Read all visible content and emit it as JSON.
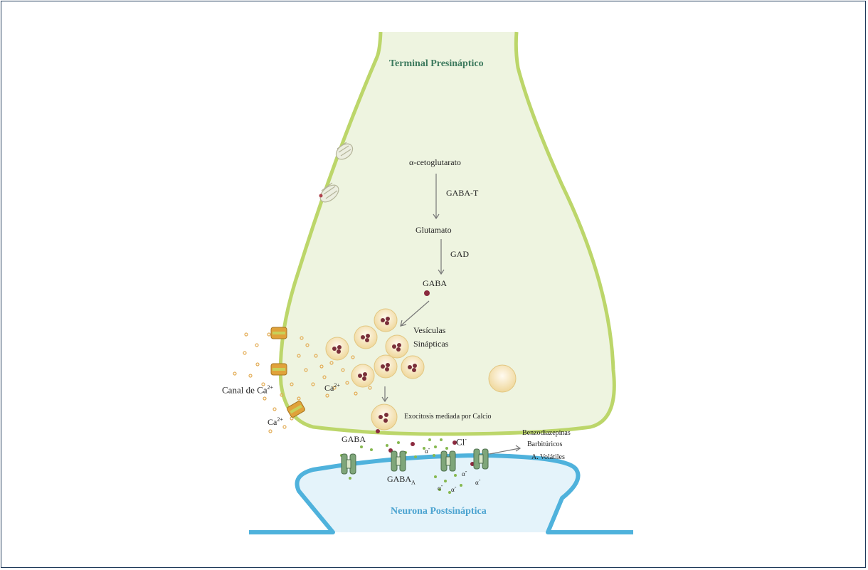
{
  "diagram": {
    "presynaptic_title": "Terminal Presináptico",
    "postsynaptic_title": "Neurona Postsináptica",
    "pathway": {
      "step1": "α-cetoglutarato",
      "enzyme1": "GABA-T",
      "step2": "Glutamato",
      "enzyme2": "GAD",
      "step3": "GABA"
    },
    "vesicles_line1": "Vesículas",
    "vesicles_line2": "Sinápticas",
    "exocytosis": "Exocitosis mediada por Calcio",
    "calcium_channel": "Canal de Ca",
    "calcium_channel_sup": "2+",
    "calcium_ion": "Ca",
    "calcium_ion_sup": "2+",
    "calcium_ion2": "Ca",
    "calcium_ion2_sup": "2+",
    "gaba_released": "GABA",
    "receptor": "GABA",
    "receptor_sub": "A",
    "chloride": "Cl",
    "chloride_sup": "-",
    "chloride_small": "α",
    "chloride_small_sup": "-",
    "modulators": [
      "Benzodiazepinas",
      "Barbitúricos",
      "A. Volátiles"
    ]
  },
  "colors": {
    "presynaptic_fill": "#eef4e0",
    "presynaptic_stroke": "#b9d46a",
    "postsynaptic_fill": "#e4f3fa",
    "postsynaptic_stroke": "#4fb2dc",
    "vesicle": "#f6e6b5",
    "gaba_dot": "#8b2a3e",
    "calcium_dot": "#e8b35a",
    "chloride_dot": "#7fb24a",
    "receptor": "#5c8a5c"
  }
}
